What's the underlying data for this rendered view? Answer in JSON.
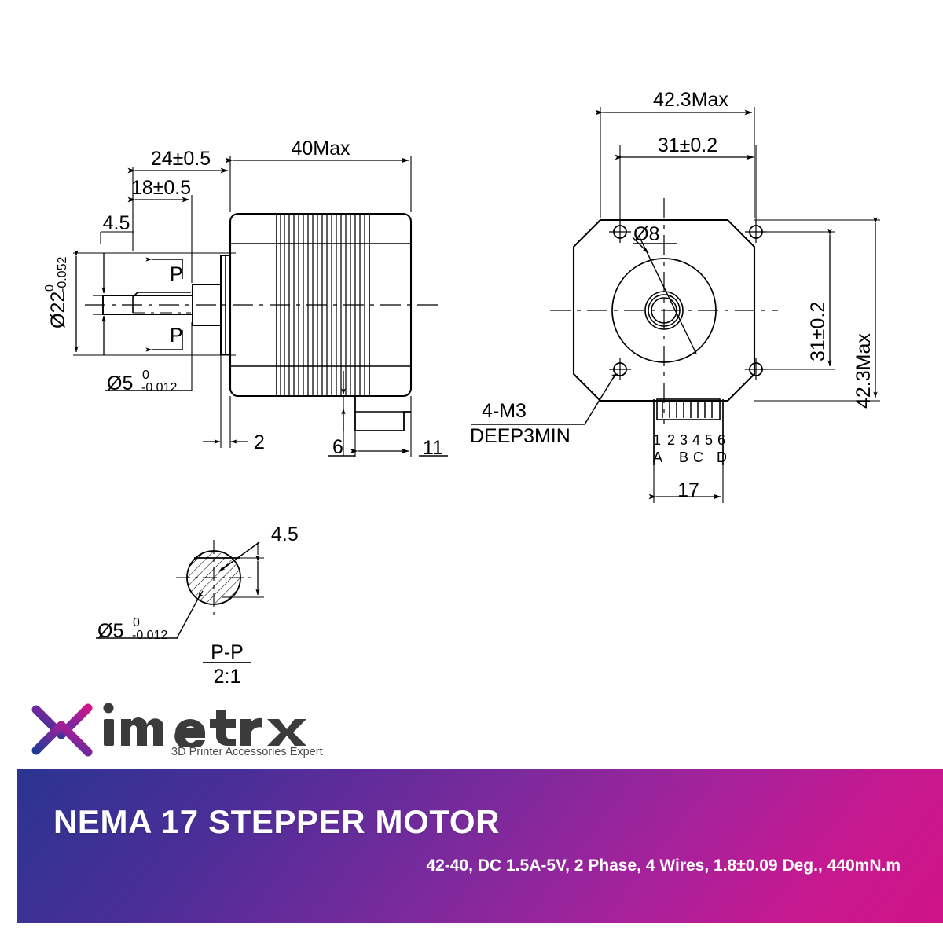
{
  "document": {
    "kind": "technical-drawing",
    "subject": "NEMA 17 Stepper Motor dimensional drawing"
  },
  "side_view": {
    "dims": {
      "len_24": "24±0.5",
      "len_18": "18±0.5",
      "flat_45": "4.5",
      "body_40": "40Max",
      "boss_22": "Ø22",
      "boss_22_tol_top": "0",
      "boss_22_tol_bot": "-0.052",
      "shaft_5": "Ø5",
      "shaft_5_tol_top": "0",
      "shaft_5_tol_bot": "-0.012",
      "plate_2": "2",
      "conn_6": "6",
      "conn_11": "11"
    },
    "section_marks": {
      "upper": "P",
      "lower": "P"
    }
  },
  "front_view": {
    "dims": {
      "width_423": "42.3Max",
      "bolt_31_h": "31±0.2",
      "bolt_31_v": "31±0.2",
      "height_423": "42.3Max",
      "boss_dia": "Ø8",
      "conn_width": "17"
    },
    "callouts": {
      "mount_holes_line1": "4-M3",
      "mount_holes_line2": "DEEP3MIN"
    },
    "connector": {
      "pin_numbers": [
        "1",
        "2",
        "3",
        "4",
        "5",
        "6"
      ],
      "pin_letters": [
        "A",
        "B",
        "C",
        "D"
      ]
    }
  },
  "detail_view": {
    "title": "P-P",
    "scale": "2:1",
    "dims": {
      "flat_45": "4.5",
      "shaft_5": "Ø5",
      "shaft_5_tol_top": "0",
      "shaft_5_tol_bot": "-0.012"
    }
  },
  "brand": {
    "name": "imetrx",
    "tagline": "3D Printer Accessories Expert",
    "mark_gradient_start": "#2b3aa0",
    "mark_gradient_end": "#d0158b"
  },
  "banner": {
    "title": "NEMA 17 STEPPER MOTOR",
    "subtitle": "42-40, DC 1.5A-5V, 2 Phase, 4 Wires, 1.8±0.09 Deg., 440mN.m",
    "gradient_start": "#2b3490",
    "gradient_end": "#cf1487"
  }
}
